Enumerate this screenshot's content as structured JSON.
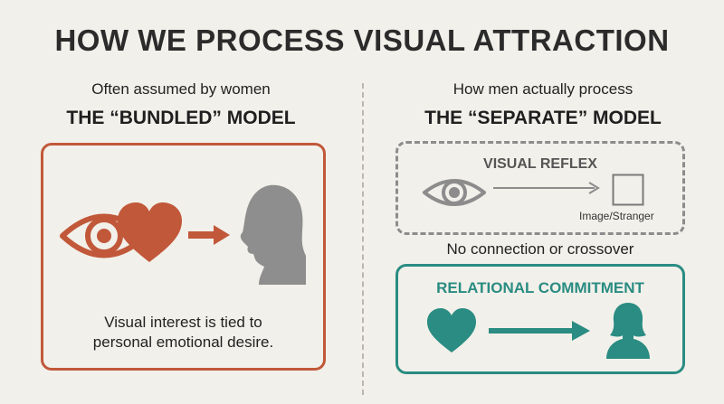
{
  "header": {
    "title": "HOW WE PROCESS VISUAL ATTRACTION"
  },
  "left": {
    "subtitle": "Often assumed by women",
    "model": "THE “BUNDLED” MODEL",
    "caption_line1": "Visual interest is tied to",
    "caption_line2": "personal emotional desire.",
    "accent_color": "#c1583a",
    "icons": [
      "eye-icon",
      "heart-icon",
      "arrow-right-icon",
      "woman-silhouette-icon"
    ]
  },
  "right": {
    "subtitle": "How men actually process",
    "model": "THE “SEPARATE” MODEL",
    "reflex": {
      "title": "VISUAL REFLEX",
      "target_label": "Image/Stranger",
      "icons": [
        "eye-icon",
        "arrow-right-icon",
        "empty-square-icon"
      ]
    },
    "connector_text": "No connection or crossover",
    "relational": {
      "title": "RELATIONAL COMMITMENT",
      "accent_color": "#2a8c82",
      "icons": [
        "heart-icon",
        "arrow-right-icon",
        "person-icon"
      ]
    }
  }
}
